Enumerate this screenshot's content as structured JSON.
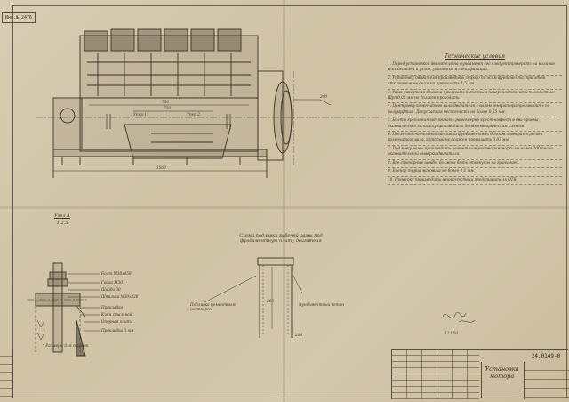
{
  "sheet": {
    "stamp": "Инв.№ 2476",
    "notes_title": "Технические условия",
    "notes": [
      "1. Перед установкой двигателя на фундамент его следует проверить на наличие всех деталей и узлов, указанных в спецификации.",
      "2. Установку двигателя производить строго по осям фундамента, при этом отклонение не должно превышать 1,5 мм.",
      "3. Рама двигателя должна прилегать к опорным поверхностям всей плоскостью. Щуп 0,05 мм не должен проходить.",
      "4. Центровку коленчатого вала двигателя с валом генератора производить по полумуфтам. Допускаемая несоосность не более 0,05 мм.",
      "5. Болты крепления затягивать равномерно крест-накрест в два приёма, окончательно затяжку производить динамометрическим ключом.",
      "6. После окончательной затяжки фундаментных болтов проверить раскеп коленчатого вала, который не должен превышать 0,03 мм.",
      "7. Подливку рамы производить цементным раствором марки не ниже 200 после окончательной выверки двигателя.",
      "8. Все стопорные шайбы должны быть отогнуты на грани гаек.",
      "9. Биение торца маховика не более 0,1 мм.",
      "10. Проверку производить в присутствии представителя ОТК."
    ],
    "view_a_label": "Узел А",
    "view_a_scale": "1:2,5",
    "view_b_caption": "Схема подливки рабочей рамы под фундаментную плиту двигателя",
    "legend_fill": "Подливка цементным раствором",
    "legend_grout": "Фундаментный бетон",
    "legend_note": "* Размеры для справок",
    "dims": {
      "d1": "750",
      "d2": "1560",
      "d3": "730",
      "d4": "240",
      "d5": "260",
      "d6": "200",
      "d7": "Упор 1",
      "d8": "Упор 2"
    },
    "part_labels": [
      "Болт М30х450",
      "Гайка М30",
      "Шайба 30",
      "Шпилька М30х320",
      "Прокладка",
      "Клин стальной",
      "Опорная плита",
      "Прокладка 3 мм"
    ],
    "title_block": {
      "name_line1": "Установка",
      "name_line2": "мотора",
      "code": "24.0149-0"
    },
    "signature_date": "12.I.56"
  }
}
